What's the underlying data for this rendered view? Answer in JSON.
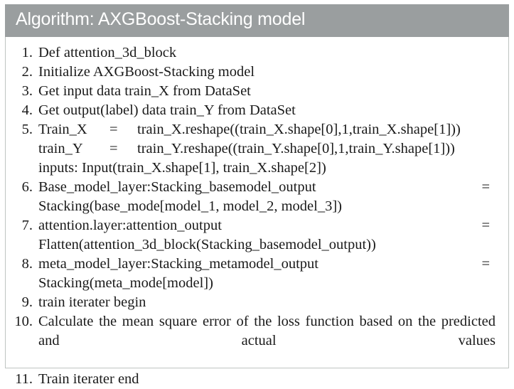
{
  "header": {
    "title": "Algorithm: AXGBoost-Stacking model",
    "background_color": "#9a9e9f",
    "text_color": "#ffffff"
  },
  "body": {
    "background_color": "#ffffff",
    "border_color": "#bfc4c2",
    "text_color": "#1a1a1a"
  },
  "steps": [
    {
      "number": "1.",
      "lines": [
        "Def attention_3d_block"
      ]
    },
    {
      "number": "2.",
      "lines": [
        "Initialize AXGBoost-Stacking model"
      ]
    },
    {
      "number": "3.",
      "lines": [
        "Get input data train_X from DataSet"
      ]
    },
    {
      "number": "4.",
      "lines": [
        "Get output(label) data train_Y from DataSet"
      ]
    },
    {
      "number": "5.",
      "eq_rows": [
        {
          "var": "Train_X",
          "op": "=",
          "expr": "train_X.reshape((train_X.shape[0],1,train_X.shape[1]))"
        },
        {
          "var": "train_Y",
          "op": "=",
          "expr": "train_Y.reshape((train_Y.shape[0],1,train_Y.shape[1]))"
        }
      ],
      "lines": [
        "inputs: Input(train_X.shape[1], train_X.shape[2])"
      ]
    },
    {
      "number": "6.",
      "assign_label": "Base_model_layer:Stacking_basemodel_output",
      "assign_op": "=",
      "lines": [
        "Stacking(base_mode[model_1, model_2, model_3])"
      ]
    },
    {
      "number": "7.",
      "assign_label": "attention.layer:attention_output",
      "assign_op": "=",
      "lines": [
        "Flatten(attention_3d_block(Stacking_basemodel_output))"
      ]
    },
    {
      "number": "8.",
      "assign_label": "meta_model_layer:Stacking_metamodel_output",
      "assign_op": "=",
      "lines": [
        "Stacking(meta_mode[model])"
      ]
    },
    {
      "number": "9.",
      "lines": [
        "train iterater begin"
      ]
    },
    {
      "number": "10.",
      "paragraph": "Calculate the mean square error of the loss function based on the predicted and actual values"
    },
    {
      "number": "11.",
      "lines": [
        "Train iterater end"
      ]
    }
  ]
}
